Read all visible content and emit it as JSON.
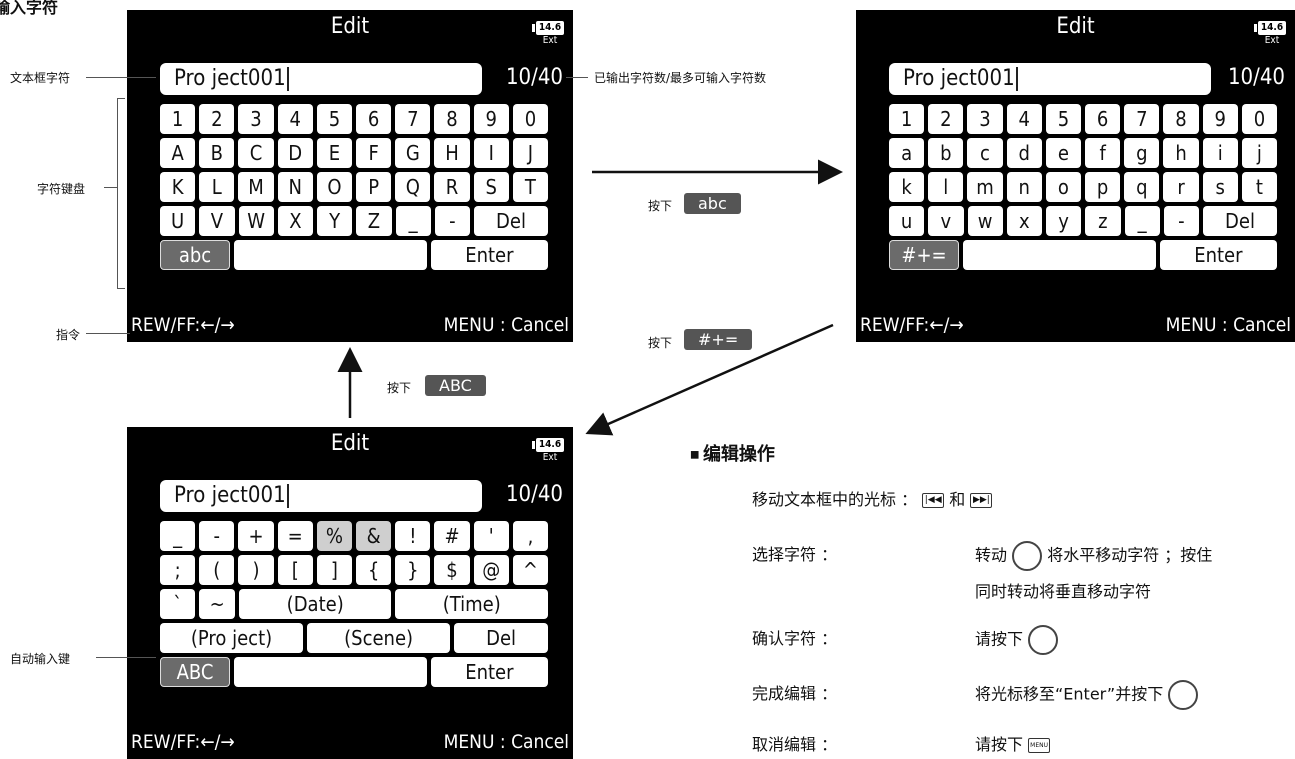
{
  "header_fragment": "输入字符",
  "screens": [
    {
      "id": "upper",
      "title": "Edit",
      "battery": "14.6",
      "power": "Ext",
      "text_value": "Pro ject001",
      "count": "10/40",
      "rows": [
        [
          "1",
          "2",
          "3",
          "4",
          "5",
          "6",
          "7",
          "8",
          "9",
          "0"
        ],
        [
          "A",
          "B",
          "C",
          "D",
          "E",
          "F",
          "G",
          "H",
          "I",
          "J"
        ],
        [
          "K",
          "L",
          "M",
          "N",
          "O",
          "P",
          "Q",
          "R",
          "S",
          "T"
        ],
        [
          "U",
          "V",
          "W",
          "X",
          "Y",
          "Z",
          "_",
          "-",
          "Del"
        ]
      ],
      "mode_key": "abc",
      "enter_key": "Enter",
      "cmd_left": "REW/FF:←/→",
      "cmd_right": "MENU : Cancel"
    },
    {
      "id": "lower",
      "title": "Edit",
      "battery": "14.6",
      "power": "Ext",
      "text_value": "Pro ject001",
      "count": "10/40",
      "rows": [
        [
          "1",
          "2",
          "3",
          "4",
          "5",
          "6",
          "7",
          "8",
          "9",
          "0"
        ],
        [
          "a",
          "b",
          "c",
          "d",
          "e",
          "f",
          "g",
          "h",
          "i",
          "j"
        ],
        [
          "k",
          "l",
          "m",
          "n",
          "o",
          "p",
          "q",
          "r",
          "s",
          "t"
        ],
        [
          "u",
          "v",
          "w",
          "x",
          "y",
          "z",
          "_",
          "-",
          "Del"
        ]
      ],
      "mode_key": "#+=",
      "enter_key": "Enter",
      "cmd_left": "REW/FF:←/→",
      "cmd_right": "MENU : Cancel"
    },
    {
      "id": "symbols",
      "title": "Edit",
      "battery": "14.6",
      "power": "Ext",
      "text_value": "Pro ject001",
      "count": "10/40",
      "rows": [
        [
          "_",
          "-",
          "+",
          "=",
          "%",
          "&",
          "!",
          "#",
          "'",
          ","
        ],
        [
          ";",
          "(",
          ")",
          "[",
          "]",
          "{",
          "}",
          "$",
          "@",
          "^"
        ],
        [
          "`",
          "~",
          "(Date)",
          "(Time)"
        ],
        [
          "(Pro ject)",
          "(Scene)",
          "Del"
        ]
      ],
      "mode_key": "ABC",
      "enter_key": "Enter",
      "cmd_left": "REW/FF:←/→",
      "cmd_right": "MENU : Cancel"
    }
  ],
  "annotations": {
    "textbox": "文本框字符",
    "count": "已输出字符数/最多可输入字符数",
    "keyboard": "字符键盘",
    "command": "指令",
    "auto_input": "自动输入键"
  },
  "transitions": {
    "press": "按下",
    "abc": "abc",
    "sym": "#+=",
    "ABC": "ABC"
  },
  "legend": {
    "title": "编辑操作",
    "rows": [
      {
        "label": "移动文本框中的光标 ：",
        "value_pre": "",
        "value_mid": "和",
        "value_post": ""
      },
      {
        "label": "选择字符 ：",
        "value_pre": "转动",
        "value_post": "将水平移动字符 ；按住",
        "value_line2": "同时转动将垂直移动字符"
      },
      {
        "label": "确认字符 ：",
        "value_pre": "请按下",
        "value_post": ""
      },
      {
        "label": "完成编辑 ：",
        "value_pre": "将光标移至“Enter”并按下",
        "value_post": ""
      },
      {
        "label": "取消编辑 ：",
        "value_pre": "请按下",
        "value_post": ""
      }
    ]
  },
  "icons": {
    "rew": "rewind-button-icon",
    "ff": "fast-forward-button-icon",
    "dial": "dial-icon",
    "menu": "menu-button-icon"
  }
}
